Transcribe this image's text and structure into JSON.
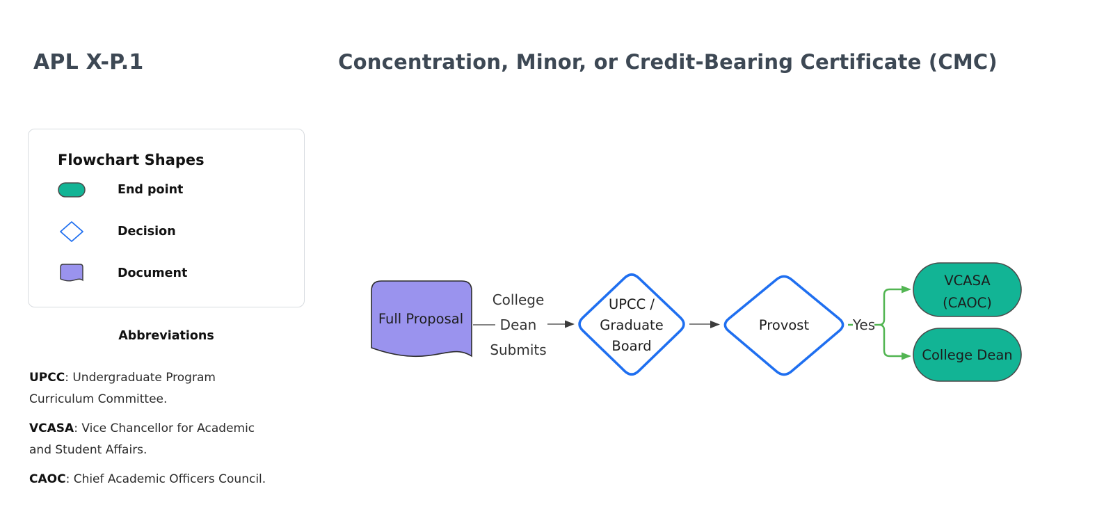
{
  "header": {
    "doc_id": "APL X-P.1",
    "title": "Concentration, Minor, or Credit-Bearing Certificate (CMC)"
  },
  "legend": {
    "title": "Flowchart Shapes",
    "items": [
      {
        "icon": "endpoint-icon",
        "label": "End point"
      },
      {
        "icon": "decision-icon",
        "label": "Decision"
      },
      {
        "icon": "document-icon",
        "label": "Document"
      }
    ]
  },
  "abbreviations": {
    "title": "Abbreviations",
    "entries": [
      {
        "term": "UPCC",
        "definition": ": Undergraduate Program Curriculum Committee."
      },
      {
        "term": "VCASA",
        "definition": ": Vice Chancellor for Academic and Student Affairs."
      },
      {
        "term": "CAOC",
        "definition": ": Chief Academic Officers Council."
      }
    ]
  },
  "flowchart": {
    "document_node": {
      "label": "Full Proposal"
    },
    "edge1_label_lines": [
      "College",
      "Dean",
      "Submits"
    ],
    "decision1_lines": [
      "UPCC /",
      "Graduate",
      "Board"
    ],
    "decision2_label": "Provost",
    "yes_label": "Yes",
    "endpoint1_lines": [
      "VCASA",
      "(CAOC)"
    ],
    "endpoint2_label": "College Dean"
  },
  "colors": {
    "endpoint_fill": "#12b495",
    "decision_stroke": "#1f6ff0",
    "document_fill": "#9a93ee",
    "connector_green": "#52b552",
    "connector_gray": "#5c5c5c",
    "arrowhead_dark": "#3c3c3c",
    "shape_outline": "#4a4a4a",
    "header_text": "#3d4854"
  }
}
